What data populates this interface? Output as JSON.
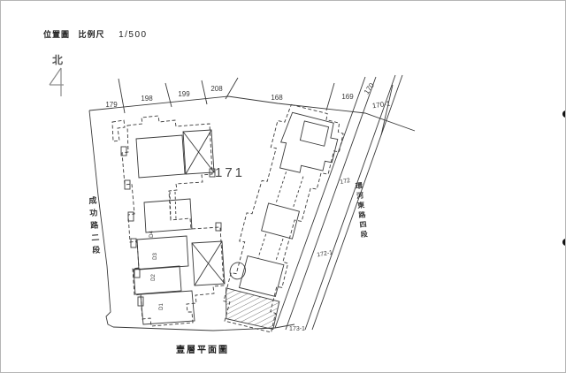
{
  "header": {
    "map_label": "位置圖",
    "scale_label": "比例尺",
    "scale_value": "1/500"
  },
  "north": {
    "label": "北"
  },
  "caption": {
    "title": "壹層平面圖"
  },
  "roads": {
    "left": "成功路二段",
    "right": "環河東路四段"
  },
  "lots": {
    "l179": "179",
    "l198": "198",
    "l199": "199",
    "l208": "208",
    "l168": "168",
    "l169": "169",
    "l170": "170",
    "l170_1": "170-1",
    "l171": "171",
    "l172": "172",
    "l172_1": "172-1",
    "l173_1": "173-1"
  },
  "units": {
    "d1": "D1",
    "d2": "D2",
    "d3": "D3",
    "d4": "D4"
  },
  "colors": {
    "ink": "#3a3a3a",
    "faint": "#8a8a8a",
    "paper": "#ffffff"
  }
}
